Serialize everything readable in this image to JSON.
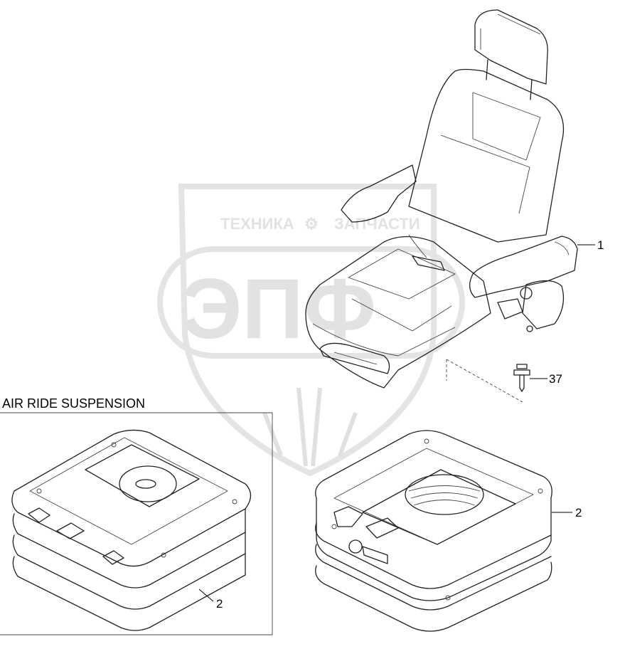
{
  "section_title": "AIR RIDE SUSPENSION",
  "callouts": {
    "seat_assembly": "1",
    "bolt": "37",
    "suspension_right": "2",
    "suspension_left": "2"
  },
  "watermark": {
    "top_left": "ТЕХНИКА",
    "top_right": "ЗАПЧАСТИ",
    "logo": "ЭПФ"
  }
}
